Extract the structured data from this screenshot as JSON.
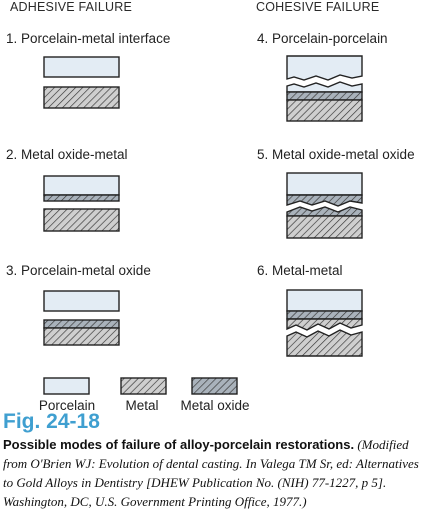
{
  "headers": {
    "adhesive": "ADHESIVE FAILURE",
    "cohesive": "COHESIVE FAILURE"
  },
  "modes": {
    "m1": "1. Porcelain-metal interface",
    "m2": "2. Metal oxide-metal",
    "m3": "3. Porcelain-metal oxide",
    "m4": "4. Porcelain-porcelain",
    "m5": "5. Metal oxide-metal oxide",
    "m6": "6. Metal-metal"
  },
  "legend": {
    "porcelain": "Porcelain",
    "metal": "Metal",
    "metal_oxide": "Metal oxide"
  },
  "colors": {
    "porcelain": "#e3ecf4",
    "metal": "#cfcfcf",
    "metal_oxide": "#a9b2bb",
    "outline": "#222222",
    "figure_number": "#3f9fd0"
  },
  "figure": {
    "number": "Fig. 24-18",
    "caption_title": "Possible modes of failure of alloy-porcelain restorations.",
    "caption_note": "(Modified from O'Brien WJ: Evolution of dental casting. In Valega TM Sr, ed: Alternatives to Gold Alloys in Dentistry [DHEW Publication No. (NIH) 77-1227, p 5]. Washington, DC, U.S. Government Printing Office, 1977.)"
  }
}
